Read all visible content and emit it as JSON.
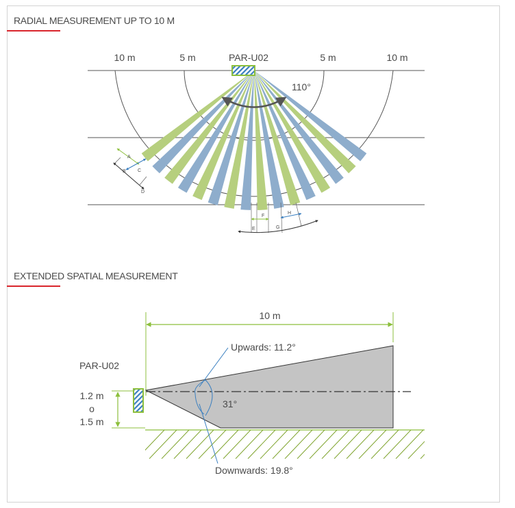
{
  "sections": {
    "radial_title": "RADIAL MEASUREMENT UP TO 10 M",
    "extended_title": "EXTENDED SPATIAL MEASUREMENT"
  },
  "radial": {
    "left_10m": "10 m",
    "left_5m": "5 m",
    "device": "PAR-U02",
    "right_5m": "5 m",
    "right_10m": "10 m",
    "angle": "110°",
    "dim_a": "A",
    "dim_b": "B",
    "dim_c": "C",
    "dim_d": "D",
    "dim_e": "E",
    "dim_f": "F",
    "dim_g": "G",
    "dim_h": "H"
  },
  "extended": {
    "distance": "10 m",
    "device": "PAR-U02",
    "height_1": "1.2 m",
    "height_or": "o",
    "height_2": "1.5 m",
    "upwards": "Upwards: 11.2°",
    "downwards": "Downwards: 19.8°",
    "total_angle": "31°"
  },
  "colors": {
    "green": "#b6cf7e",
    "blue": "#8eadcc",
    "outline_green": "#7ea32c",
    "blue_line": "#3a7fc0",
    "red": "#d9242b",
    "gray_fill": "#c4c4c4"
  }
}
